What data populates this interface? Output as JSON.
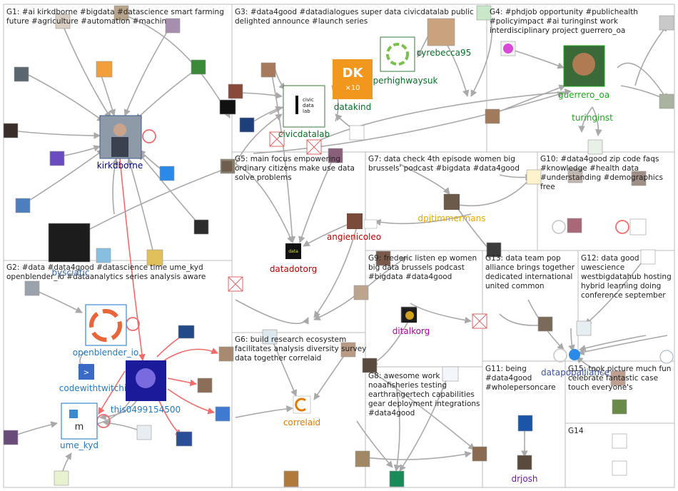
{
  "groups": [
    {
      "id": "G1",
      "label_lines": [
        "G1: #ai kirkdborne #bigdata #datascience smart farming",
        "future #agriculture #automation #machin"
      ]
    },
    {
      "id": "G2",
      "label_lines": [
        "G2: #data #data4good #datascience time ume_kyd",
        "openblender_io #dataanalytics series analysis aware"
      ]
    },
    {
      "id": "G3",
      "label_lines": [
        "G3: #data4good #datadialogues super data civicdatalab public",
        "delighted announce #launch series"
      ]
    },
    {
      "id": "G4",
      "label_lines": [
        "G4: #phdjob opportunity #publichealth",
        "#policyimpact #ai turinginst work",
        "interdisciplinary project guerrero_oa"
      ]
    },
    {
      "id": "G5",
      "label_lines": [
        "G5: main focus empowering",
        "ordinary citizens make use data",
        "solve problems"
      ]
    },
    {
      "id": "G6",
      "label_lines": [
        "G6: build research ecosystem",
        "facilitates analysis diversity survey",
        "data together correlaid"
      ]
    },
    {
      "id": "G7",
      "label_lines": [
        "G7: data check 4th episode women big",
        "brussels' podcast #bigdata #data4good"
      ]
    },
    {
      "id": "G8",
      "label_lines": [
        "G8: awesome work",
        "noaafisheries testing",
        "earthrangertech capabilities",
        "gear deployment integrations",
        "#data4good"
      ]
    },
    {
      "id": "G9",
      "label_lines": [
        "G9: frederic listen ep women",
        "big data brussels podcast",
        "#bigdata #data4good"
      ]
    },
    {
      "id": "G10",
      "label_lines": [
        "G10: #data4good zip code faqs",
        "#knowledge #health data",
        "#understanding #demographics",
        "free"
      ]
    },
    {
      "id": "G11",
      "label_lines": [
        "G11: being",
        "#data4good",
        "#wholepersoncare"
      ]
    },
    {
      "id": "G12",
      "label_lines": [
        "G12: data good",
        "uwescience",
        "westbigdatahub hosting",
        "hybrid learning doing",
        "conference september"
      ]
    },
    {
      "id": "G13",
      "label_lines": [
        "G13: data team pop",
        "alliance brings together",
        "dedicated international",
        "united common"
      ]
    },
    {
      "id": "G14",
      "label_lines": [
        "G14"
      ]
    },
    {
      "id": "G15",
      "label_lines": [
        "G15: took picture much fun",
        "celebrate fantastic case",
        "touch everyone's"
      ]
    }
  ],
  "nodes": [
    {
      "id": "kirkdborne",
      "label": "kirkdborne",
      "color": "#000080"
    },
    {
      "id": "openblender_io",
      "label": "openblender_io",
      "color": "#1e7bc8"
    },
    {
      "id": "codewithtwitchi",
      "label": "codewithtwitchi",
      "color": "#1e7bc8"
    },
    {
      "id": "this0499154500",
      "label": "this0499154500",
      "color": "#1e7bc8"
    },
    {
      "id": "ume_kyd",
      "label": "ume_kyd",
      "color": "#1e7bc8"
    },
    {
      "id": "civicdatalab",
      "label": "civicdatalab",
      "color": "#0a6e2a"
    },
    {
      "id": "datakind",
      "label": "datakind",
      "color": "#0a6e2a"
    },
    {
      "id": "cyrebecca95",
      "label": "cyrebecca95",
      "color": "#0a6e2a"
    },
    {
      "id": "perhighwaysuk",
      "label": "perhighwaysuk",
      "color": "#0a6e2a"
    },
    {
      "id": "guerrero_oa",
      "label": "guerrero_oa",
      "color": "#1aa81a"
    },
    {
      "id": "turinginst",
      "label": "turinginst",
      "color": "#1aa81a"
    },
    {
      "id": "datadotorg",
      "label": "datadotorg",
      "color": "#c00000"
    },
    {
      "id": "angienicoleo",
      "label": "angienicoleo",
      "color": "#c00000"
    },
    {
      "id": "dpjtimmermans",
      "label": "dpjtimmermans",
      "color": "#e8a800"
    },
    {
      "id": "correlaid",
      "label": "correlaid",
      "color": "#e07a00"
    },
    {
      "id": "ditalkorg",
      "label": "ditalkorg",
      "color": "#b0009c"
    },
    {
      "id": "drjosh",
      "label": "drjosh",
      "color": "#6a1fb0"
    },
    {
      "id": "datapopalliance",
      "label": "datapopalliance",
      "color": "#3e4ea8"
    },
    {
      "id": "bysciatic",
      "label": "bysciatic",
      "color": "#3a63a8"
    }
  ],
  "icons": [
    "person-avatar-icon",
    "logo-icon",
    "self-loop-icon",
    "broken-image-icon"
  ]
}
